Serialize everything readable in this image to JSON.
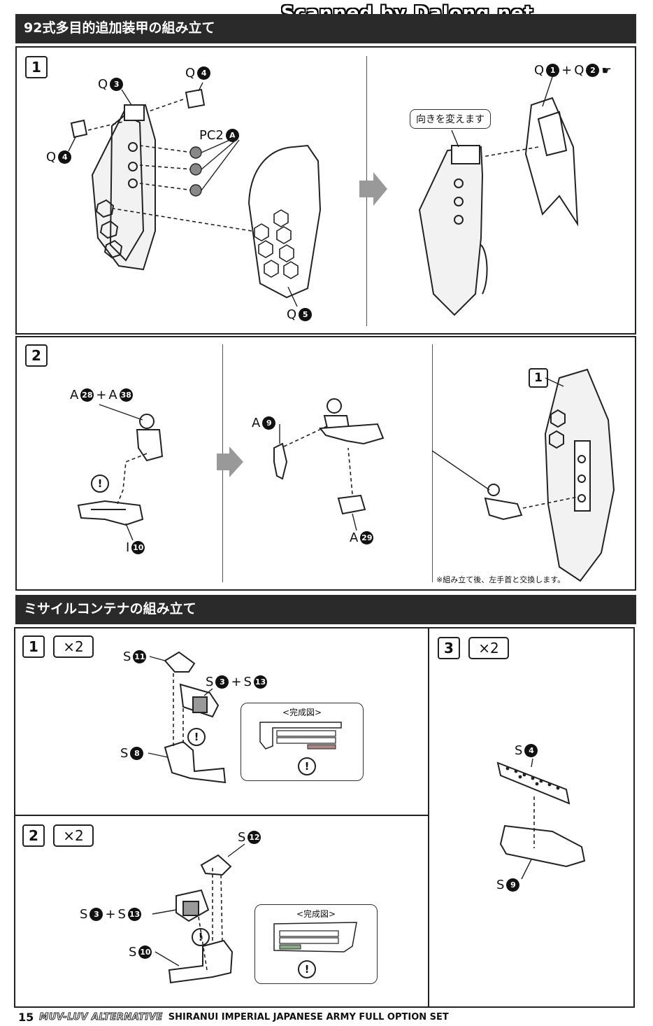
{
  "watermark": "Scanned by Dalong.net",
  "section1": {
    "title": "92式多目的追加装甲の組み立て",
    "step1": {
      "num": "1",
      "labels": {
        "q3": {
          "letter": "Q",
          "num": "3"
        },
        "q4a": {
          "letter": "Q",
          "num": "4"
        },
        "q4b": {
          "letter": "Q",
          "num": "4"
        },
        "pc2a": {
          "letter": "PC2",
          "num": "A"
        },
        "q5": {
          "letter": "Q",
          "num": "5"
        },
        "q1q2": {
          "a_letter": "Q",
          "a_num": "1",
          "plus": "+",
          "b_letter": "Q",
          "b_num": "2"
        }
      },
      "callout": "向きを変えます"
    },
    "step2": {
      "num": "2",
      "labels": {
        "a28a38": {
          "a_letter": "A",
          "a_num": "28",
          "plus": "+",
          "b_letter": "A",
          "b_num": "38"
        },
        "i10": {
          "letter": "I",
          "num": "10"
        },
        "a9": {
          "letter": "A",
          "num": "9"
        },
        "a29": {
          "letter": "A",
          "num": "29"
        }
      },
      "ref": "1",
      "note": "※組み立て後、左手首と交換します。"
    }
  },
  "section2": {
    "title": "ミサイルコンテナの組み立て",
    "step1": {
      "num": "1",
      "mult": "×2",
      "labels": {
        "s11": {
          "letter": "S",
          "num": "11"
        },
        "s3s13": {
          "a_letter": "S",
          "a_num": "3",
          "plus": "+",
          "b_letter": "S",
          "b_num": "13"
        },
        "s8": {
          "letter": "S",
          "num": "8"
        }
      },
      "inset_title": "<完成図>"
    },
    "step2": {
      "num": "2",
      "mult": "×2",
      "labels": {
        "s12": {
          "letter": "S",
          "num": "12"
        },
        "s3s13": {
          "a_letter": "S",
          "a_num": "3",
          "plus": "+",
          "b_letter": "S",
          "b_num": "13"
        },
        "s10": {
          "letter": "S",
          "num": "10"
        }
      },
      "inset_title": "<完成図>"
    },
    "step3": {
      "num": "3",
      "mult": "×2",
      "labels": {
        "s4": {
          "letter": "S",
          "num": "4"
        },
        "s9": {
          "letter": "S",
          "num": "9"
        }
      }
    }
  },
  "warning_symbol": "!",
  "footer": {
    "page": "15",
    "series": "MUV-LUV ALTERNATIVE",
    "product": "SHIRANUI IMPERIAL JAPANESE ARMY FULL OPTION SET"
  }
}
